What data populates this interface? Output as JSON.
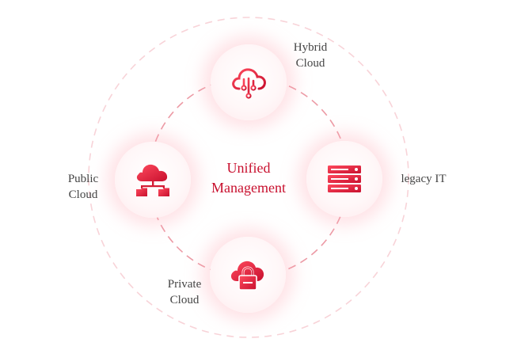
{
  "center": {
    "title": "Unified\nManagement"
  },
  "nodes": {
    "hybrid": {
      "label": "Hybrid\nCloud",
      "icon": "cloud-circuit-icon"
    },
    "public": {
      "label": "Public\nCloud",
      "icon": "cloud-folders-icon"
    },
    "legacy": {
      "label": "legacy IT",
      "icon": "server-rack-icon"
    },
    "private": {
      "label": "Private\nCloud",
      "icon": "cloud-lock-icon"
    }
  },
  "colors": {
    "accent": "#e8203a",
    "accent_dark": "#c8102e",
    "ring": "#f5c4cb",
    "text": "#444444"
  }
}
